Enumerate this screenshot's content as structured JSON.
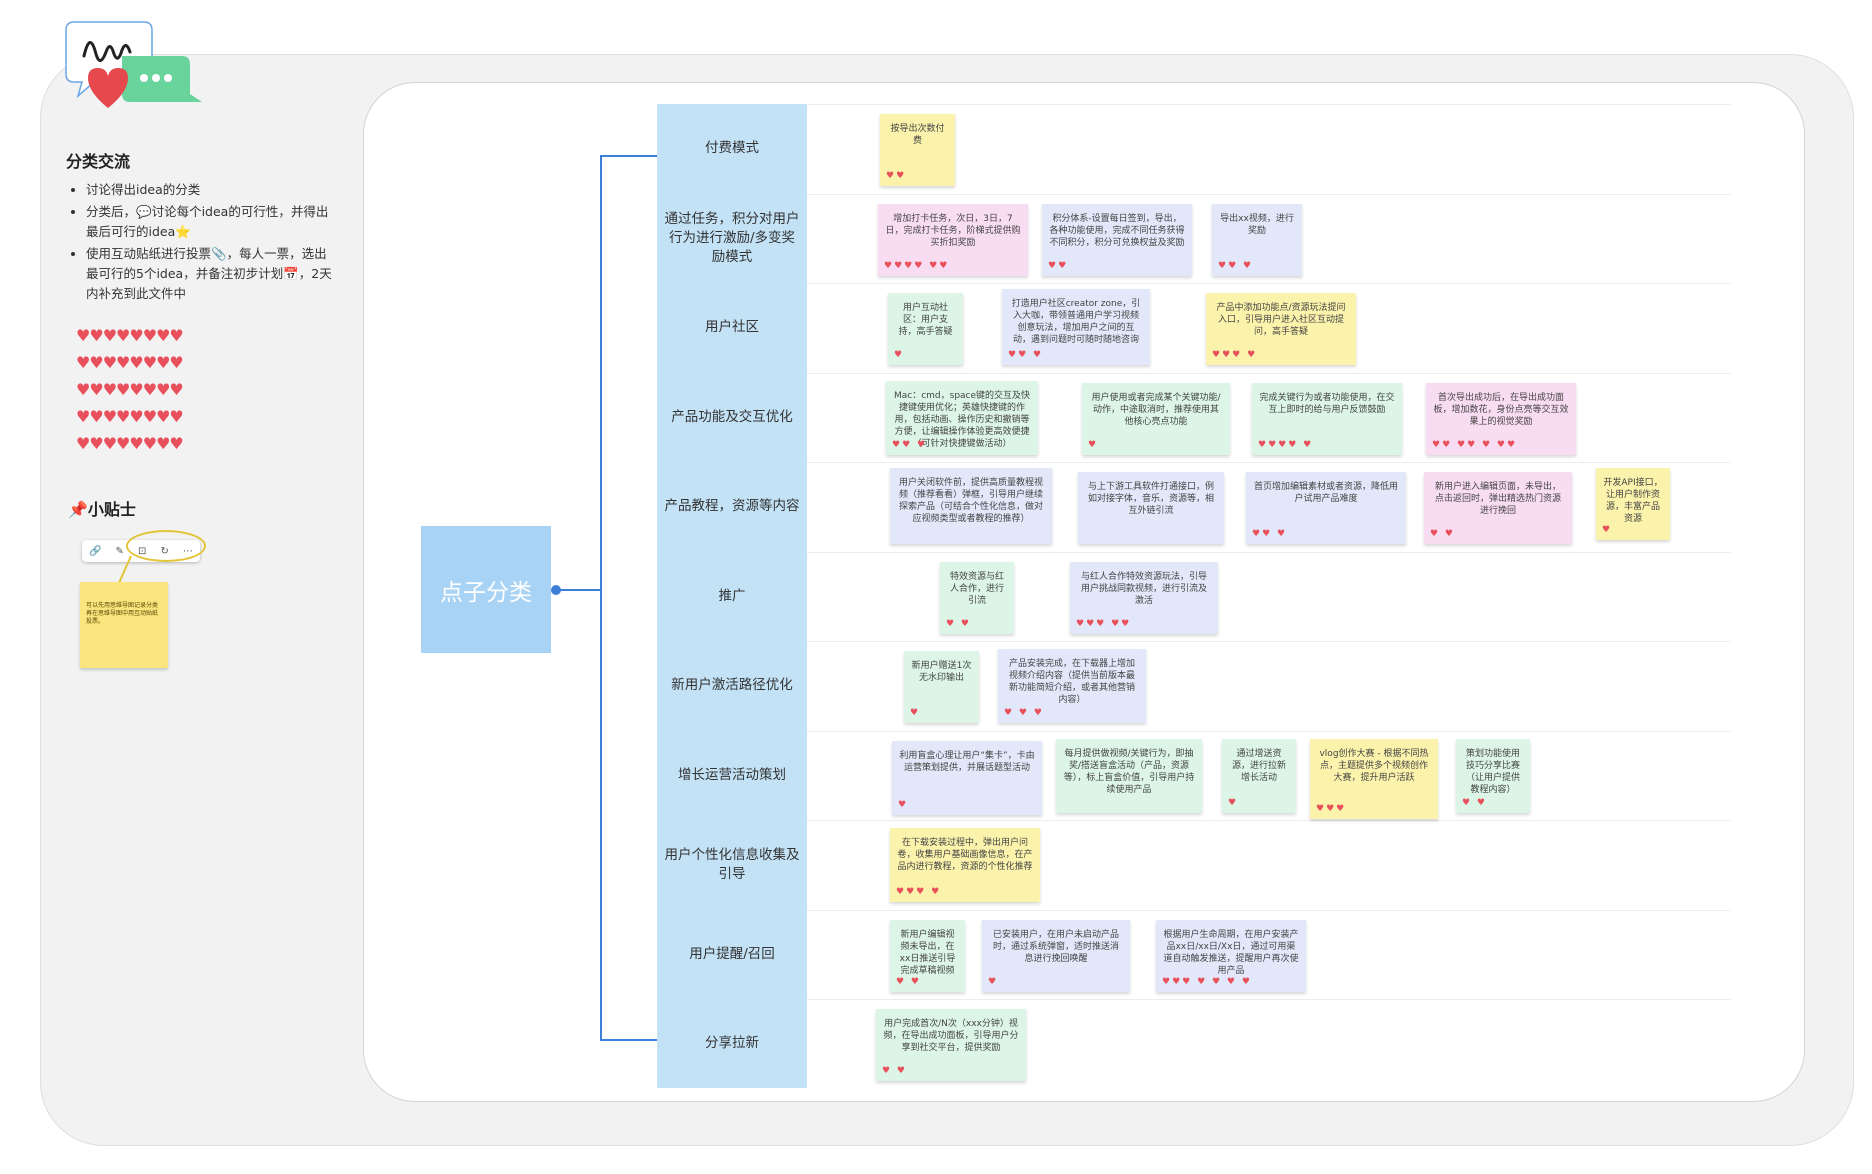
{
  "sidebar": {
    "title": "分类交流",
    "bullets": [
      "讨论得出idea的分类",
      "分类后，💬讨论每个idea的可行性，并得出最后可行的idea⭐",
      "使用互动贴纸进行投票📎，每人一票，选出最可行的5个idea，并备注初步计划📅，2天内补充到此文件中"
    ],
    "hearts_row": "♥♥♥♥♥♥♥♥",
    "tips_title": "📌小贴士",
    "tip_note": "可以先用思维导图记录分类再在思维导图中用互动贴纸投票。",
    "toolbar_icons": [
      "🔗",
      "✎",
      "⊡",
      "↻",
      "⋯"
    ]
  },
  "root": {
    "label": "点子分类"
  },
  "categories": [
    {
      "label": "付费模式",
      "notes": [
        {
          "text": "按导出次数付费",
          "color": "y",
          "hearts": "♥♥"
        }
      ]
    },
    {
      "label": "通过任务，积分对用户行为进行激励/多变奖励模式",
      "notes": [
        {
          "text": "增加打卡任务，次日，3日，7日，完成打卡任务，阶梯式提供购买折扣奖励",
          "color": "p",
          "hearts": "♥♥♥♥ ♥♥"
        },
        {
          "text": "积分体系-设置每日签到，导出，各种功能使用，完成不同任务获得不同积分，积分可兑换权益及奖励",
          "color": "b",
          "hearts": "♥♥"
        },
        {
          "text": "导出xx视频，进行奖励",
          "color": "b",
          "hearts": "♥♥ ♥"
        }
      ]
    },
    {
      "label": "用户社区",
      "notes": [
        {
          "text": "用户互动社区：用户支持，高手答疑",
          "color": "g",
          "hearts": "♥"
        },
        {
          "text": "打造用户社区creator zone，引入大咖，带领普通用户学习视频创意玩法，增加用户之间的互动，遇到问题时可随时随地咨询",
          "color": "b",
          "hearts": "♥♥ ♥"
        },
        {
          "text": "产品中添加功能点/资源玩法提问入口，引导用户进入社区互动提问，高手答疑",
          "color": "y",
          "hearts": "♥♥♥ ♥"
        }
      ]
    },
    {
      "label": "产品功能及交互优化",
      "notes": [
        {
          "text": "Mac：cmd，space键的交互及快捷键使用优化；英雄快捷键的作用，包括动画、操作历史和撤销等方便，让编辑操作体验更高效便捷（可针对快捷键做活动）",
          "color": "g",
          "hearts": "♥♥ ♥"
        },
        {
          "text": "用户使用或者完成某个关键功能/动作，中途取消时，推荐使用其他核心亮点功能",
          "color": "g",
          "hearts": "♥"
        },
        {
          "text": "完成关键行为或者功能使用，在交互上即时的给与用户反馈鼓励",
          "color": "g",
          "hearts": "♥♥♥♥ ♥"
        },
        {
          "text": "首次导出成功后，在导出成功面板，增加数花，身份点亮等交互效果上的视觉奖励",
          "color": "p",
          "hearts": "♥♥ ♥♥ ♥ ♥♥"
        }
      ]
    },
    {
      "label": "产品教程，资源等内容",
      "notes": [
        {
          "text": "用户关闭软件前，提供高质量教程视频（推荐看看）弹框，引导用户继续探索产品（可结合个性化信息，做对应视频类型或者教程的推荐）",
          "color": "b",
          "hearts": ""
        },
        {
          "text": "与上下游工具软件打通接口，例如对接字体，音乐，资源等，相互外链引流",
          "color": "b",
          "hearts": ""
        },
        {
          "text": "首页增加编辑素材或者资源，降低用户试用产品难度",
          "color": "b",
          "hearts": "♥♥ ♥"
        },
        {
          "text": "新用户进入编辑页面，未导出，点击返回时，弹出精选热门资源进行挽回",
          "color": "p",
          "hearts": "♥ ♥"
        },
        {
          "text": "开发API接口，让用户制作资源，丰富产品资源",
          "color": "y",
          "hearts": "♥"
        }
      ]
    },
    {
      "label": "推广",
      "notes": [
        {
          "text": "特效资源与红人合作，进行引流",
          "color": "g",
          "hearts": "♥ ♥"
        },
        {
          "text": "与红人合作特效资源玩法，引导用户挑战同款视频，进行引流及激活",
          "color": "b",
          "hearts": "♥♥♥ ♥♥"
        }
      ]
    },
    {
      "label": "新用户激活路径优化",
      "notes": [
        {
          "text": "新用户赠送1次无水印输出",
          "color": "g",
          "hearts": "♥"
        },
        {
          "text": "产品安装完成，在下载器上增加视频介绍内容（提供当前版本最新功能简短介绍，或者其他营销内容）",
          "color": "b",
          "hearts": "♥ ♥ ♥"
        }
      ]
    },
    {
      "label": "增长运营活动策划",
      "notes": [
        {
          "text": "利用盲盒心理让用户“集卡”，卡由运营策划提供，并展话题型活动",
          "color": "b",
          "hearts": "♥"
        },
        {
          "text": "每月提供做视频/关键行为，即抽奖/搭送盲盒活动（产品，资源等），标上盲盒价值，引导用户持续使用产品",
          "color": "g",
          "hearts": ""
        },
        {
          "text": "通过增送资源，进行拉新增长活动",
          "color": "g",
          "hearts": "♥"
        },
        {
          "text": "vlog创作大赛 - 根据不同热点，主题提供多个视频创作大赛，提升用户活跃",
          "color": "y",
          "hearts": "♥♥♥"
        },
        {
          "text": "策划功能使用技巧分享比赛（让用户提供教程内容）",
          "color": "g",
          "hearts": "♥ ♥"
        }
      ]
    },
    {
      "label": "用户个性化信息收集及引导",
      "notes": [
        {
          "text": "在下载安装过程中，弹出用户问卷，收集用户基础画像信息，在产品内进行教程，资源的个性化推荐",
          "color": "y",
          "hearts": "♥♥♥ ♥"
        }
      ]
    },
    {
      "label": "用户提醒/召回",
      "notes": [
        {
          "text": "新用户编辑视频未导出，在xx日推送引导完成草稿视频",
          "color": "g",
          "hearts": "♥ ♥"
        },
        {
          "text": "已安装用户，在用户未启动产品时，通过系统弹窗，适时推送消息进行挽回唤醒",
          "color": "b",
          "hearts": "♥"
        },
        {
          "text": "根据用户生命周期，在用户安装产品xx日/xx日/Xx日，通过可用渠道自动触发推送，提醒用户再次使用产品",
          "color": "b",
          "hearts": "♥♥♥ ♥ ♥ ♥ ♥"
        }
      ]
    },
    {
      "label": "分享拉新",
      "notes": [
        {
          "text": "用户完成首次/N次（xxx分钟）视频，在导出成功面板，引导用户分享到社交平台，提供奖励",
          "color": "g",
          "hearts": "♥ ♥"
        }
      ]
    }
  ]
}
